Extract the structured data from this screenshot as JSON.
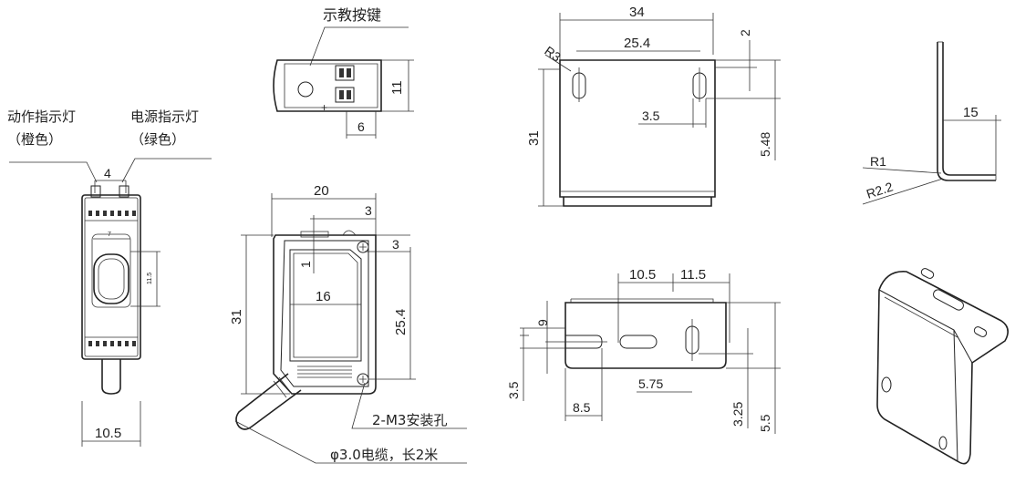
{
  "callouts": {
    "teach_button": "示教按键",
    "action_led_1": "动作指示灯",
    "action_led_2": "（橙色）",
    "power_led_1": "电源指示灯",
    "power_led_2": "（绿色）",
    "mounting": "2-M3安装孔",
    "cable": "φ3.0电缆，长2米"
  },
  "front_view": {
    "dim_top": "4",
    "dim_bottom": "10.5",
    "dim_inner_w": "7",
    "dim_inner_h": "11.5"
  },
  "top_view": {
    "dim_h": "11",
    "dim_w": "6"
  },
  "main_view": {
    "d_width": "20",
    "d_3a": "3",
    "d_3b": "3",
    "d_1": "1",
    "d_16": "16",
    "d_31": "31",
    "d_25_4": "25.4"
  },
  "bracket_front": {
    "d_34": "34",
    "d_25_4": "25.4",
    "d_2": "2",
    "d_r3": "R3",
    "d_31": "31",
    "d_3_5": "3.5",
    "d_5_48": "5.48"
  },
  "bracket_side": {
    "d_15": "15",
    "d_r1": "R1",
    "d_r2_2": "R2.2"
  },
  "bracket_top": {
    "d_10_5": "10.5",
    "d_11_5": "11.5",
    "d_9": "9",
    "d_3_5": "3.5",
    "d_8_5": "8.5",
    "d_5_75": "5.75",
    "d_3_25": "3.25",
    "d_5_5": "5.5"
  }
}
